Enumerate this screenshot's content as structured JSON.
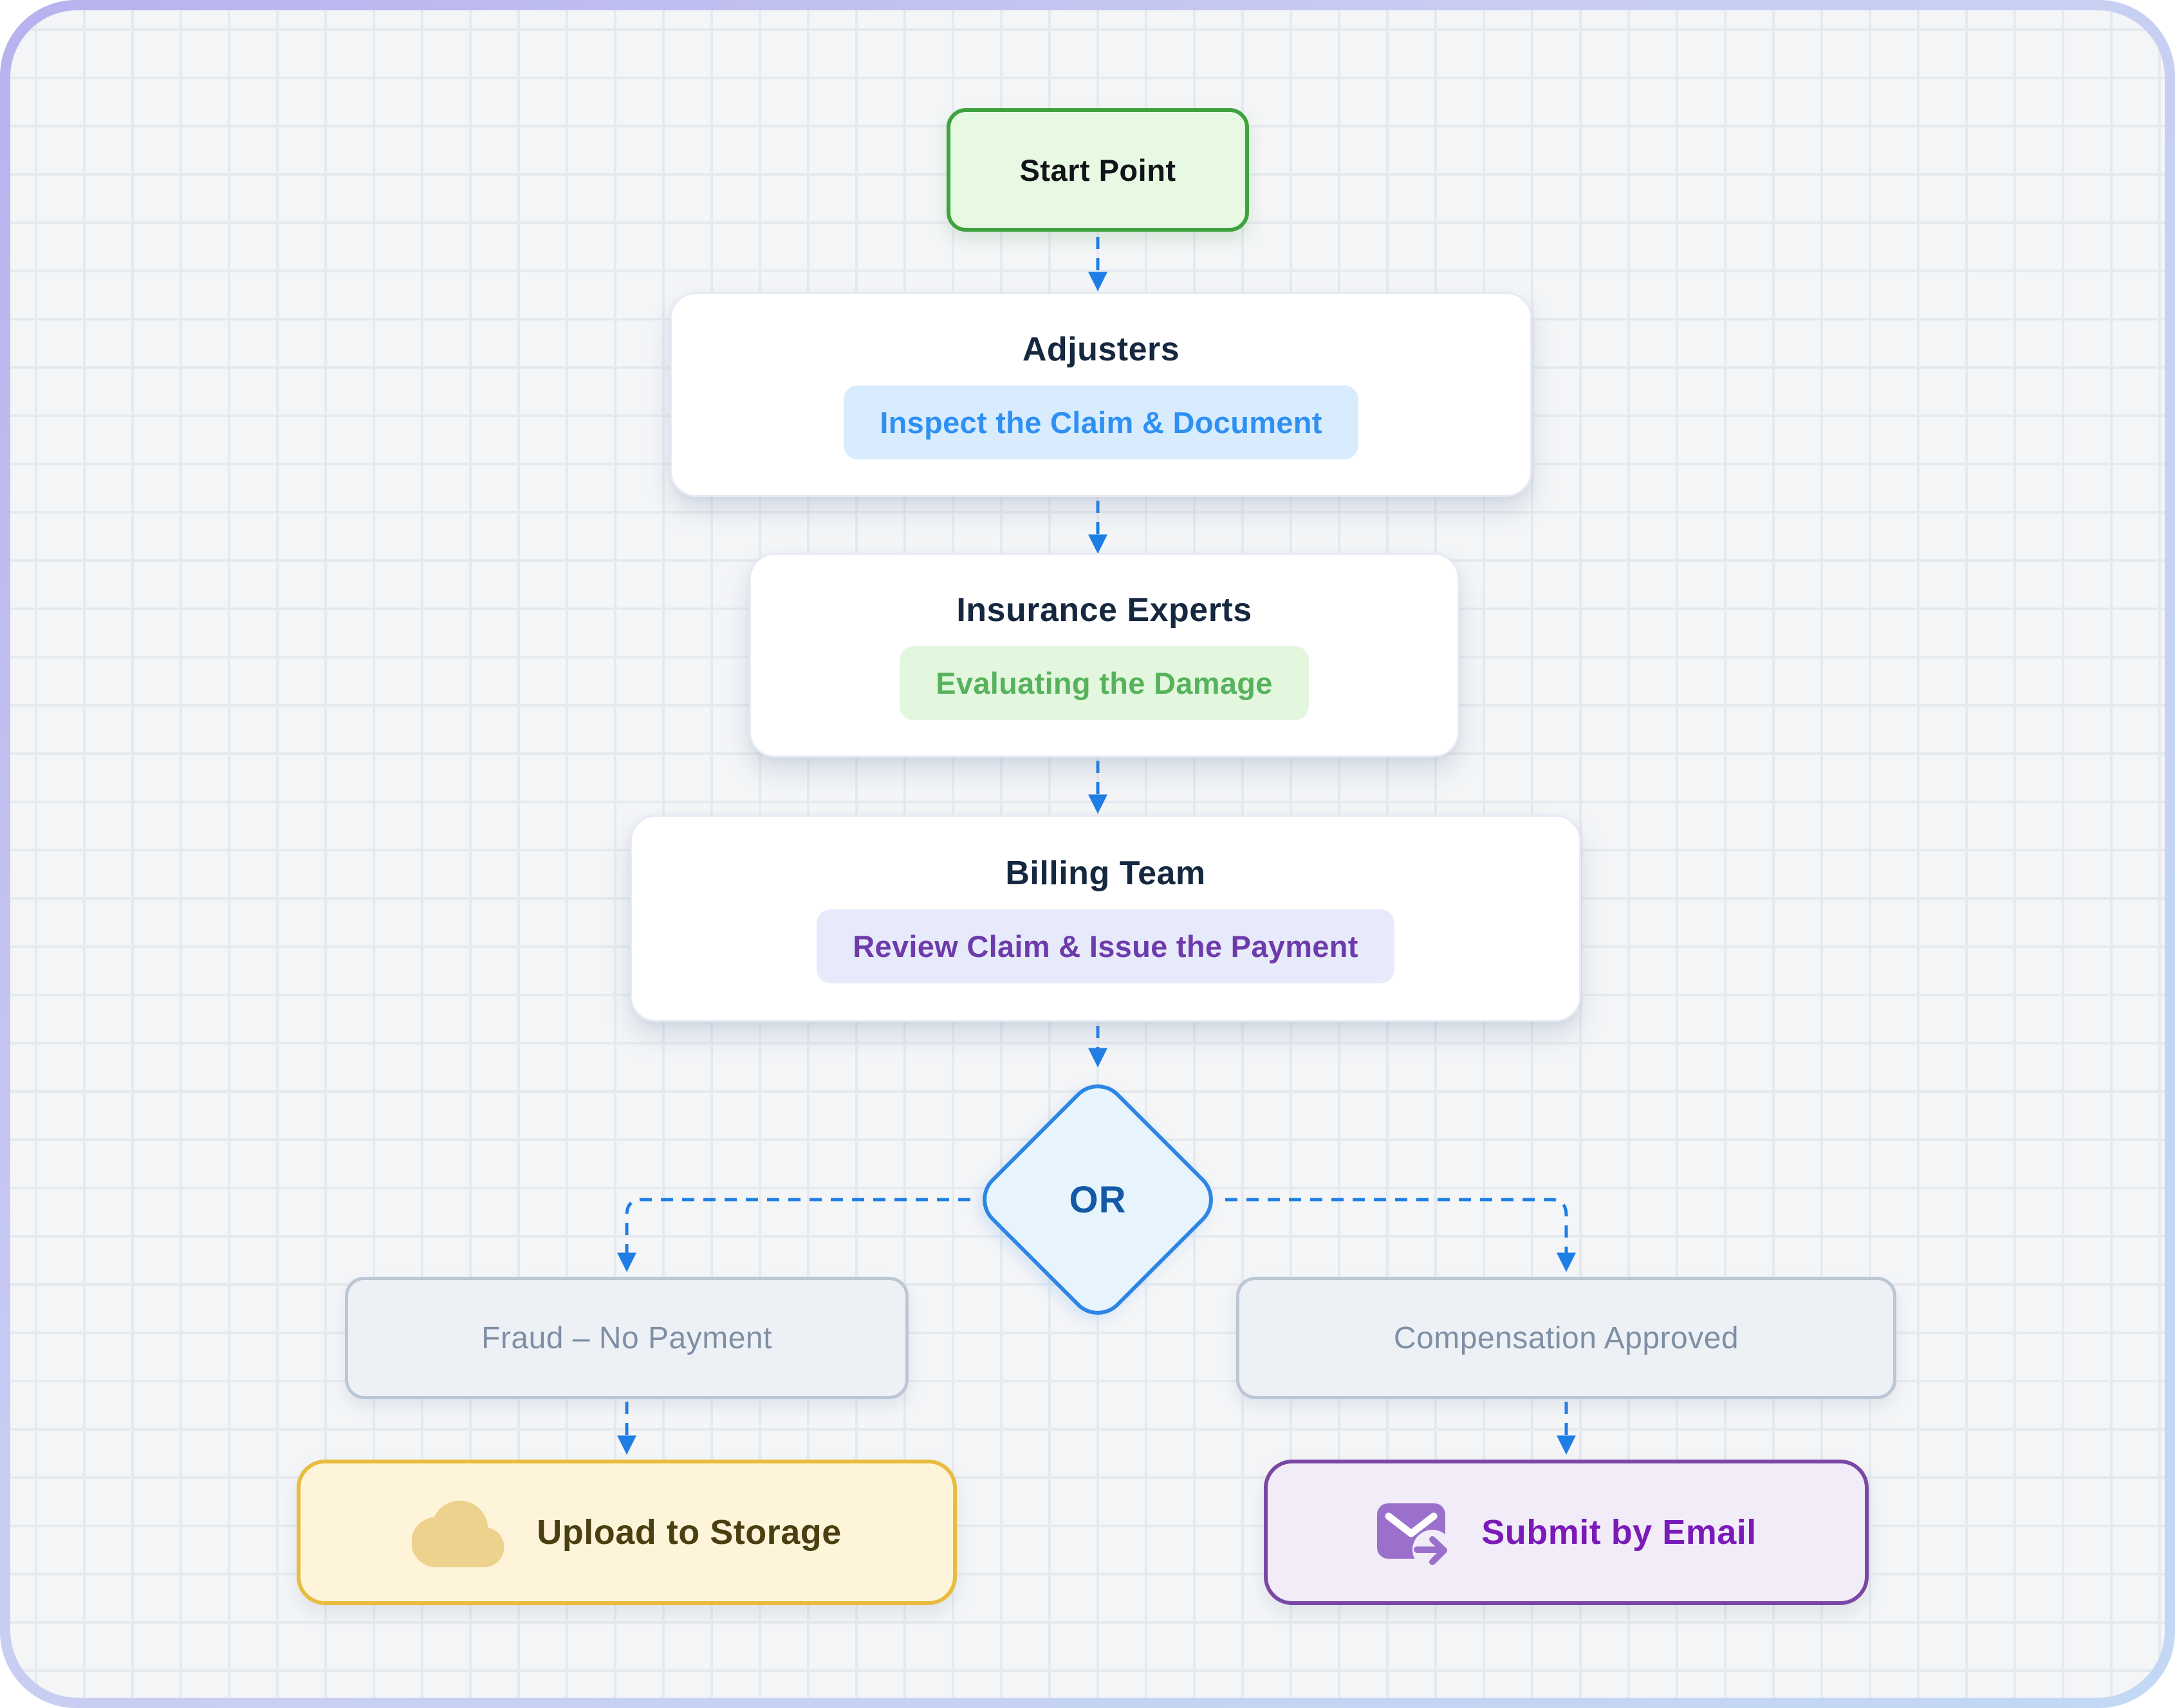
{
  "frame": {
    "gradient_start": "#b7b2ee",
    "gradient_end": "#c2d8f4",
    "background": "#f3f5f7",
    "grid_line": "#e6eaef"
  },
  "connector": {
    "color": "#1f7ee5",
    "style": "dashed"
  },
  "flow": {
    "start": {
      "label": "Start Point",
      "bg": "#e7f9e3",
      "border": "#3ea33e"
    },
    "steps": [
      {
        "title": "Adjusters",
        "subtitle": "Inspect the Claim & Document",
        "subtitle_color": "#2e90f2",
        "subtitle_bg": "#d9ecfd"
      },
      {
        "title": "Insurance Experts",
        "subtitle": "Evaluating the Damage",
        "subtitle_color": "#57b25c",
        "subtitle_bg": "#e3f7df"
      },
      {
        "title": "Billing Team",
        "subtitle": "Review Claim & Issue the Payment",
        "subtitle_color": "#6d3bab",
        "subtitle_bg": "#e7eafa"
      }
    ],
    "decision": {
      "label": "OR",
      "bg": "#e8f4fd",
      "border": "#2e86e4",
      "text_color": "#1359a6"
    },
    "branches": [
      {
        "label": "Fraud – No Payment",
        "bg": "#edf1f6",
        "border": "#bbc7d5",
        "text_color": "#7e8fa5"
      },
      {
        "label": "Compensation Approved",
        "bg": "#edf1f6",
        "border": "#bbc7d5",
        "text_color": "#7e8fa5"
      }
    ],
    "results": [
      {
        "label": "Upload to Storage",
        "icon": "cloud-icon",
        "bg": "#fdf4da",
        "border": "#e9bc3e",
        "text_color": "#4a3f10",
        "icon_color": "#ecd28d"
      },
      {
        "label": "Submit by Email",
        "icon": "mail-forward-icon",
        "bg": "#f1ecf8",
        "border": "#7b47a5",
        "text_color": "#7a1ab8",
        "icon_color": "#9b70cc"
      }
    ]
  }
}
